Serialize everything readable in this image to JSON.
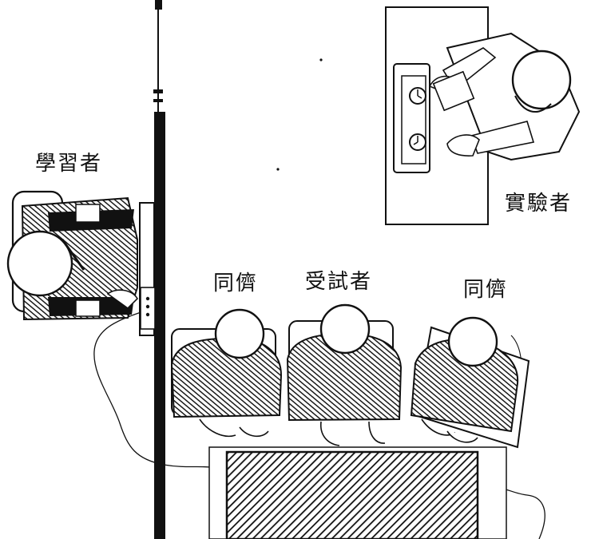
{
  "labels": {
    "learner": "學習者",
    "experimenter": "實驗者",
    "peer_left": "同儕",
    "subject": "受試者",
    "peer_right": "同儕"
  },
  "colors": {
    "ink": "#111111",
    "paper": "#ffffff",
    "suit": "#2a2a2a",
    "table": "#1e1e1e"
  }
}
